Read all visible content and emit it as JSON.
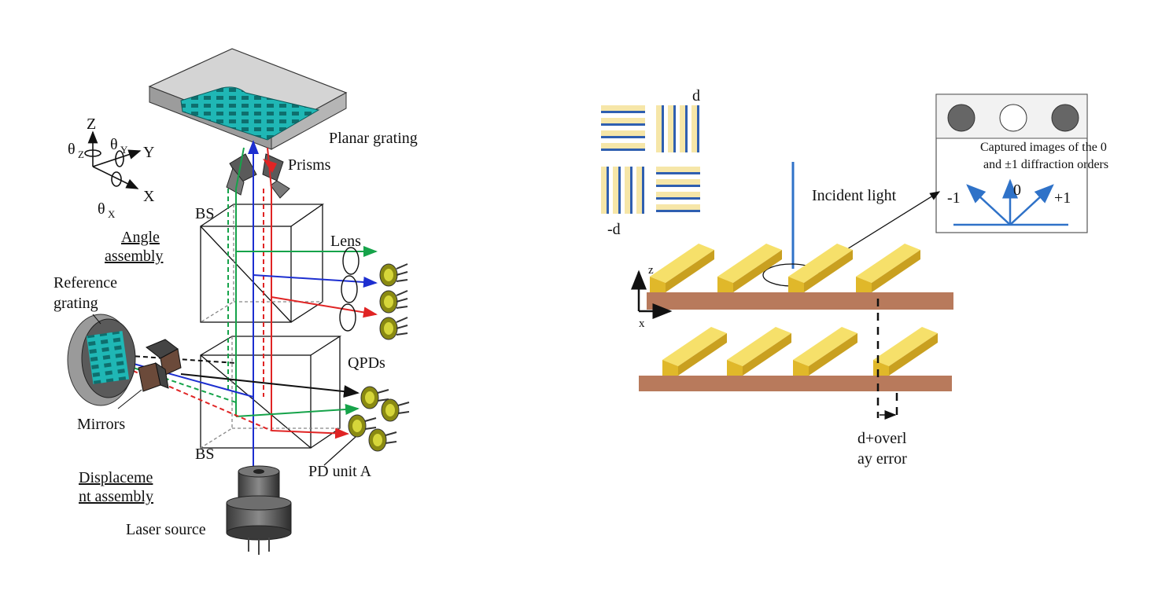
{
  "left_panel": {
    "axes": {
      "z": "Z",
      "y": "Y",
      "x": "X",
      "theta_z": "θ",
      "theta_z_sub": "Z",
      "theta_y": "θ",
      "theta_y_sub": "Y",
      "theta_x": "θ",
      "theta_x_sub": "X"
    },
    "labels": {
      "planar_grating": "Planar grating",
      "prisms": "Prisms",
      "bs_top": "BS",
      "bs_bottom": "BS",
      "angle_assembly_1": "Angle",
      "angle_assembly_2": "assembly",
      "lens": "Lens",
      "reference_grating_1": "Reference",
      "reference_grating_2": "grating",
      "qpds": "QPDs",
      "mirrors": "Mirrors",
      "displacement_assembly_1": "Displaceme",
      "displacement_assembly_2": "nt assembly",
      "pd_unit_a": "PD unit A",
      "laser_source": "Laser source"
    }
  },
  "right_panel": {
    "labels": {
      "d": "d",
      "minus_d": "-d",
      "incident_light": "Incident light",
      "inset_caption_1": "Captured images of the 0",
      "inset_caption_2": "and ±1 diffraction orders",
      "order_minus1": "-1",
      "order_0": "0",
      "order_plus1": "+1",
      "axis_z": "z",
      "axis_x": "x",
      "overlay_1": "d+overl",
      "overlay_2": "ay error"
    }
  },
  "colors": {
    "grating_teal": "#1fb7b5",
    "plate_gray": "#c9c9c9",
    "beam_green": "#16a34a",
    "beam_blue": "#1d2fd0",
    "beam_red": "#e02424",
    "bar_yellow": "#f2d43a",
    "substrate_brown": "#b87a5c",
    "incident_blue": "#2f72c8",
    "qpd_olive": "#8a8a12"
  }
}
